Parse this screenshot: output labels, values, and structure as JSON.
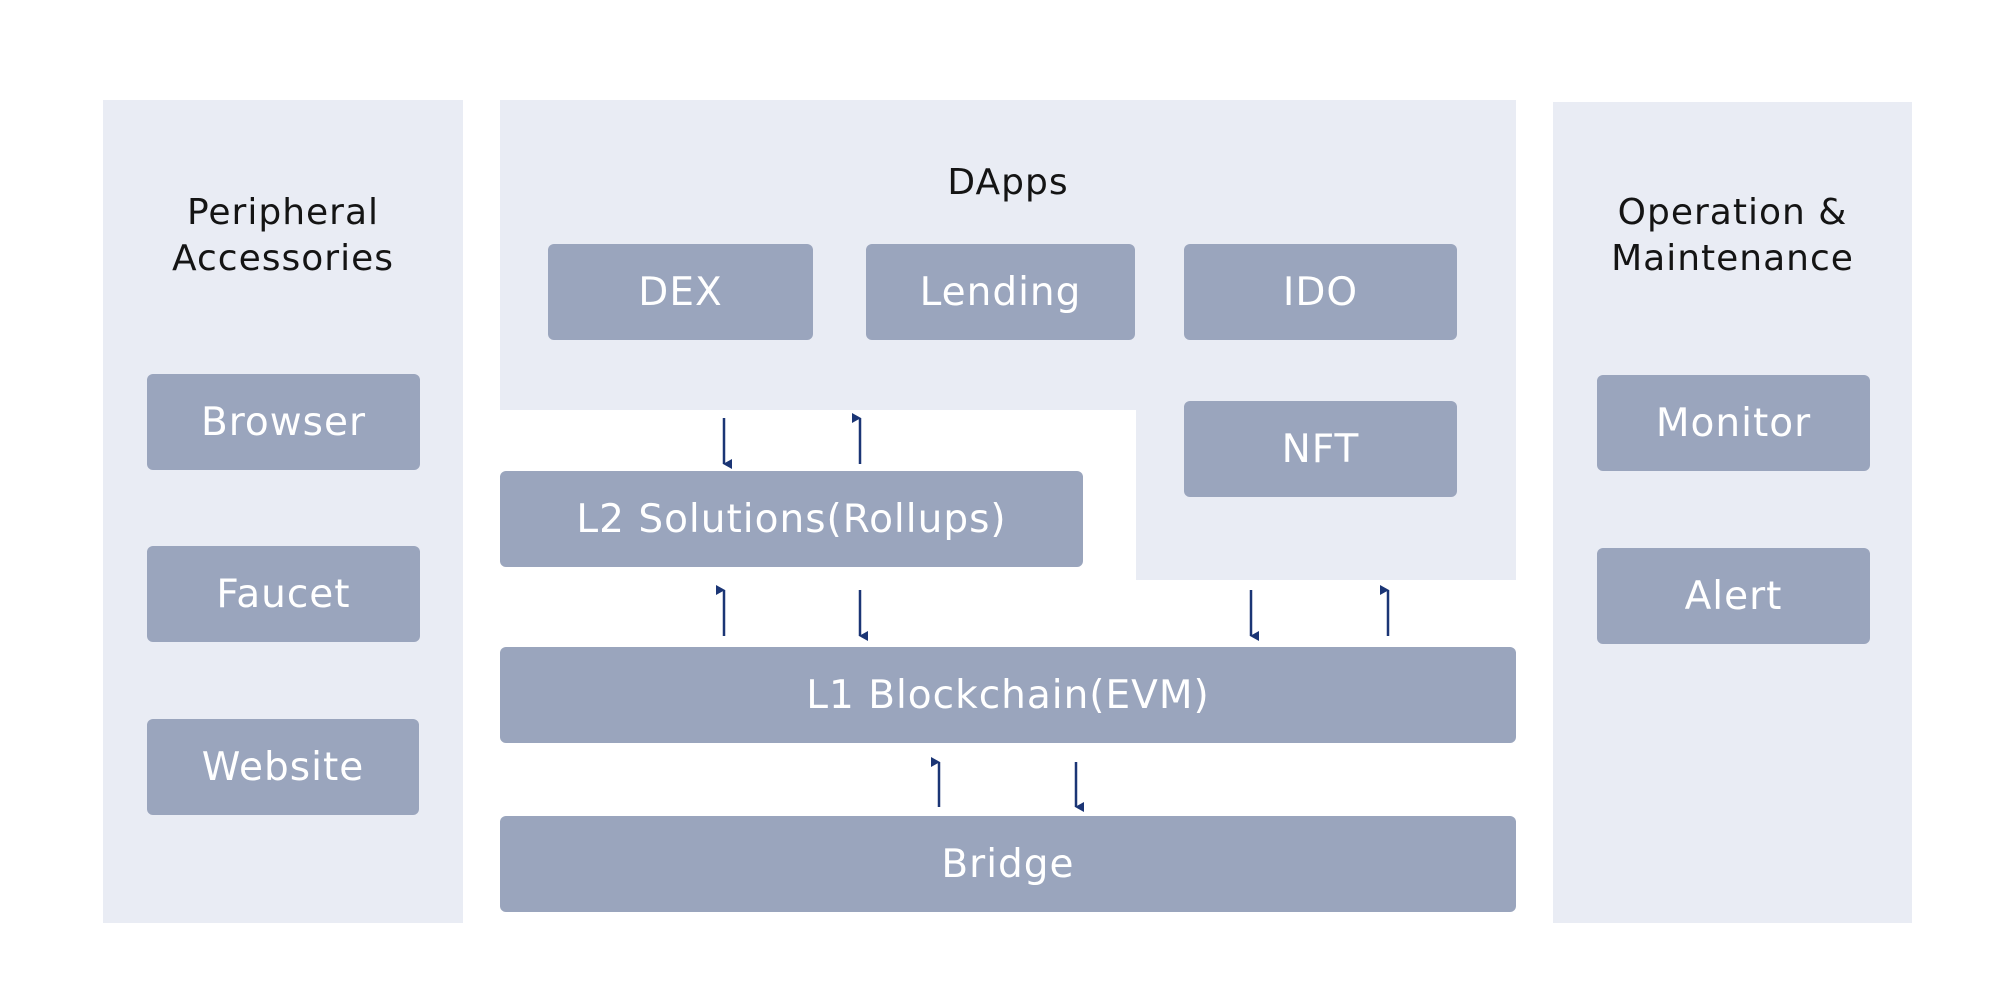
{
  "diagram": {
    "colors": {
      "panel_background": "#e9ecf4",
      "box_fill": "#9aa5bd",
      "box_text": "#ffffff",
      "title_text": "#141414",
      "arrow": "#1b3575"
    },
    "peripheral": {
      "title": "Peripheral\nAccessories",
      "items": [
        "Browser",
        "Faucet",
        "Website"
      ]
    },
    "dapps": {
      "title": "DApps",
      "items": [
        "DEX",
        "Lending",
        "IDO",
        "NFT"
      ]
    },
    "layers": {
      "l2": "L2 Solutions(Rollups)",
      "l1": "L1 Blockchain(EVM)",
      "bridge": "Bridge"
    },
    "operation": {
      "title": "Operation &\nMaintenance",
      "items": [
        "Monitor",
        "Alert"
      ]
    },
    "connections": [
      {
        "from": "DApps",
        "to": "L2 Solutions(Rollups)"
      },
      {
        "from": "L2 Solutions(Rollups)",
        "to": "DApps"
      },
      {
        "from": "L1 Blockchain(EVM)",
        "to": "L2 Solutions(Rollups)"
      },
      {
        "from": "L2 Solutions(Rollups)",
        "to": "L1 Blockchain(EVM)"
      },
      {
        "from": "DApps",
        "to": "L1 Blockchain(EVM)"
      },
      {
        "from": "L1 Blockchain(EVM)",
        "to": "DApps"
      },
      {
        "from": "Bridge",
        "to": "L1 Blockchain(EVM)"
      },
      {
        "from": "L1 Blockchain(EVM)",
        "to": "Bridge"
      }
    ]
  }
}
